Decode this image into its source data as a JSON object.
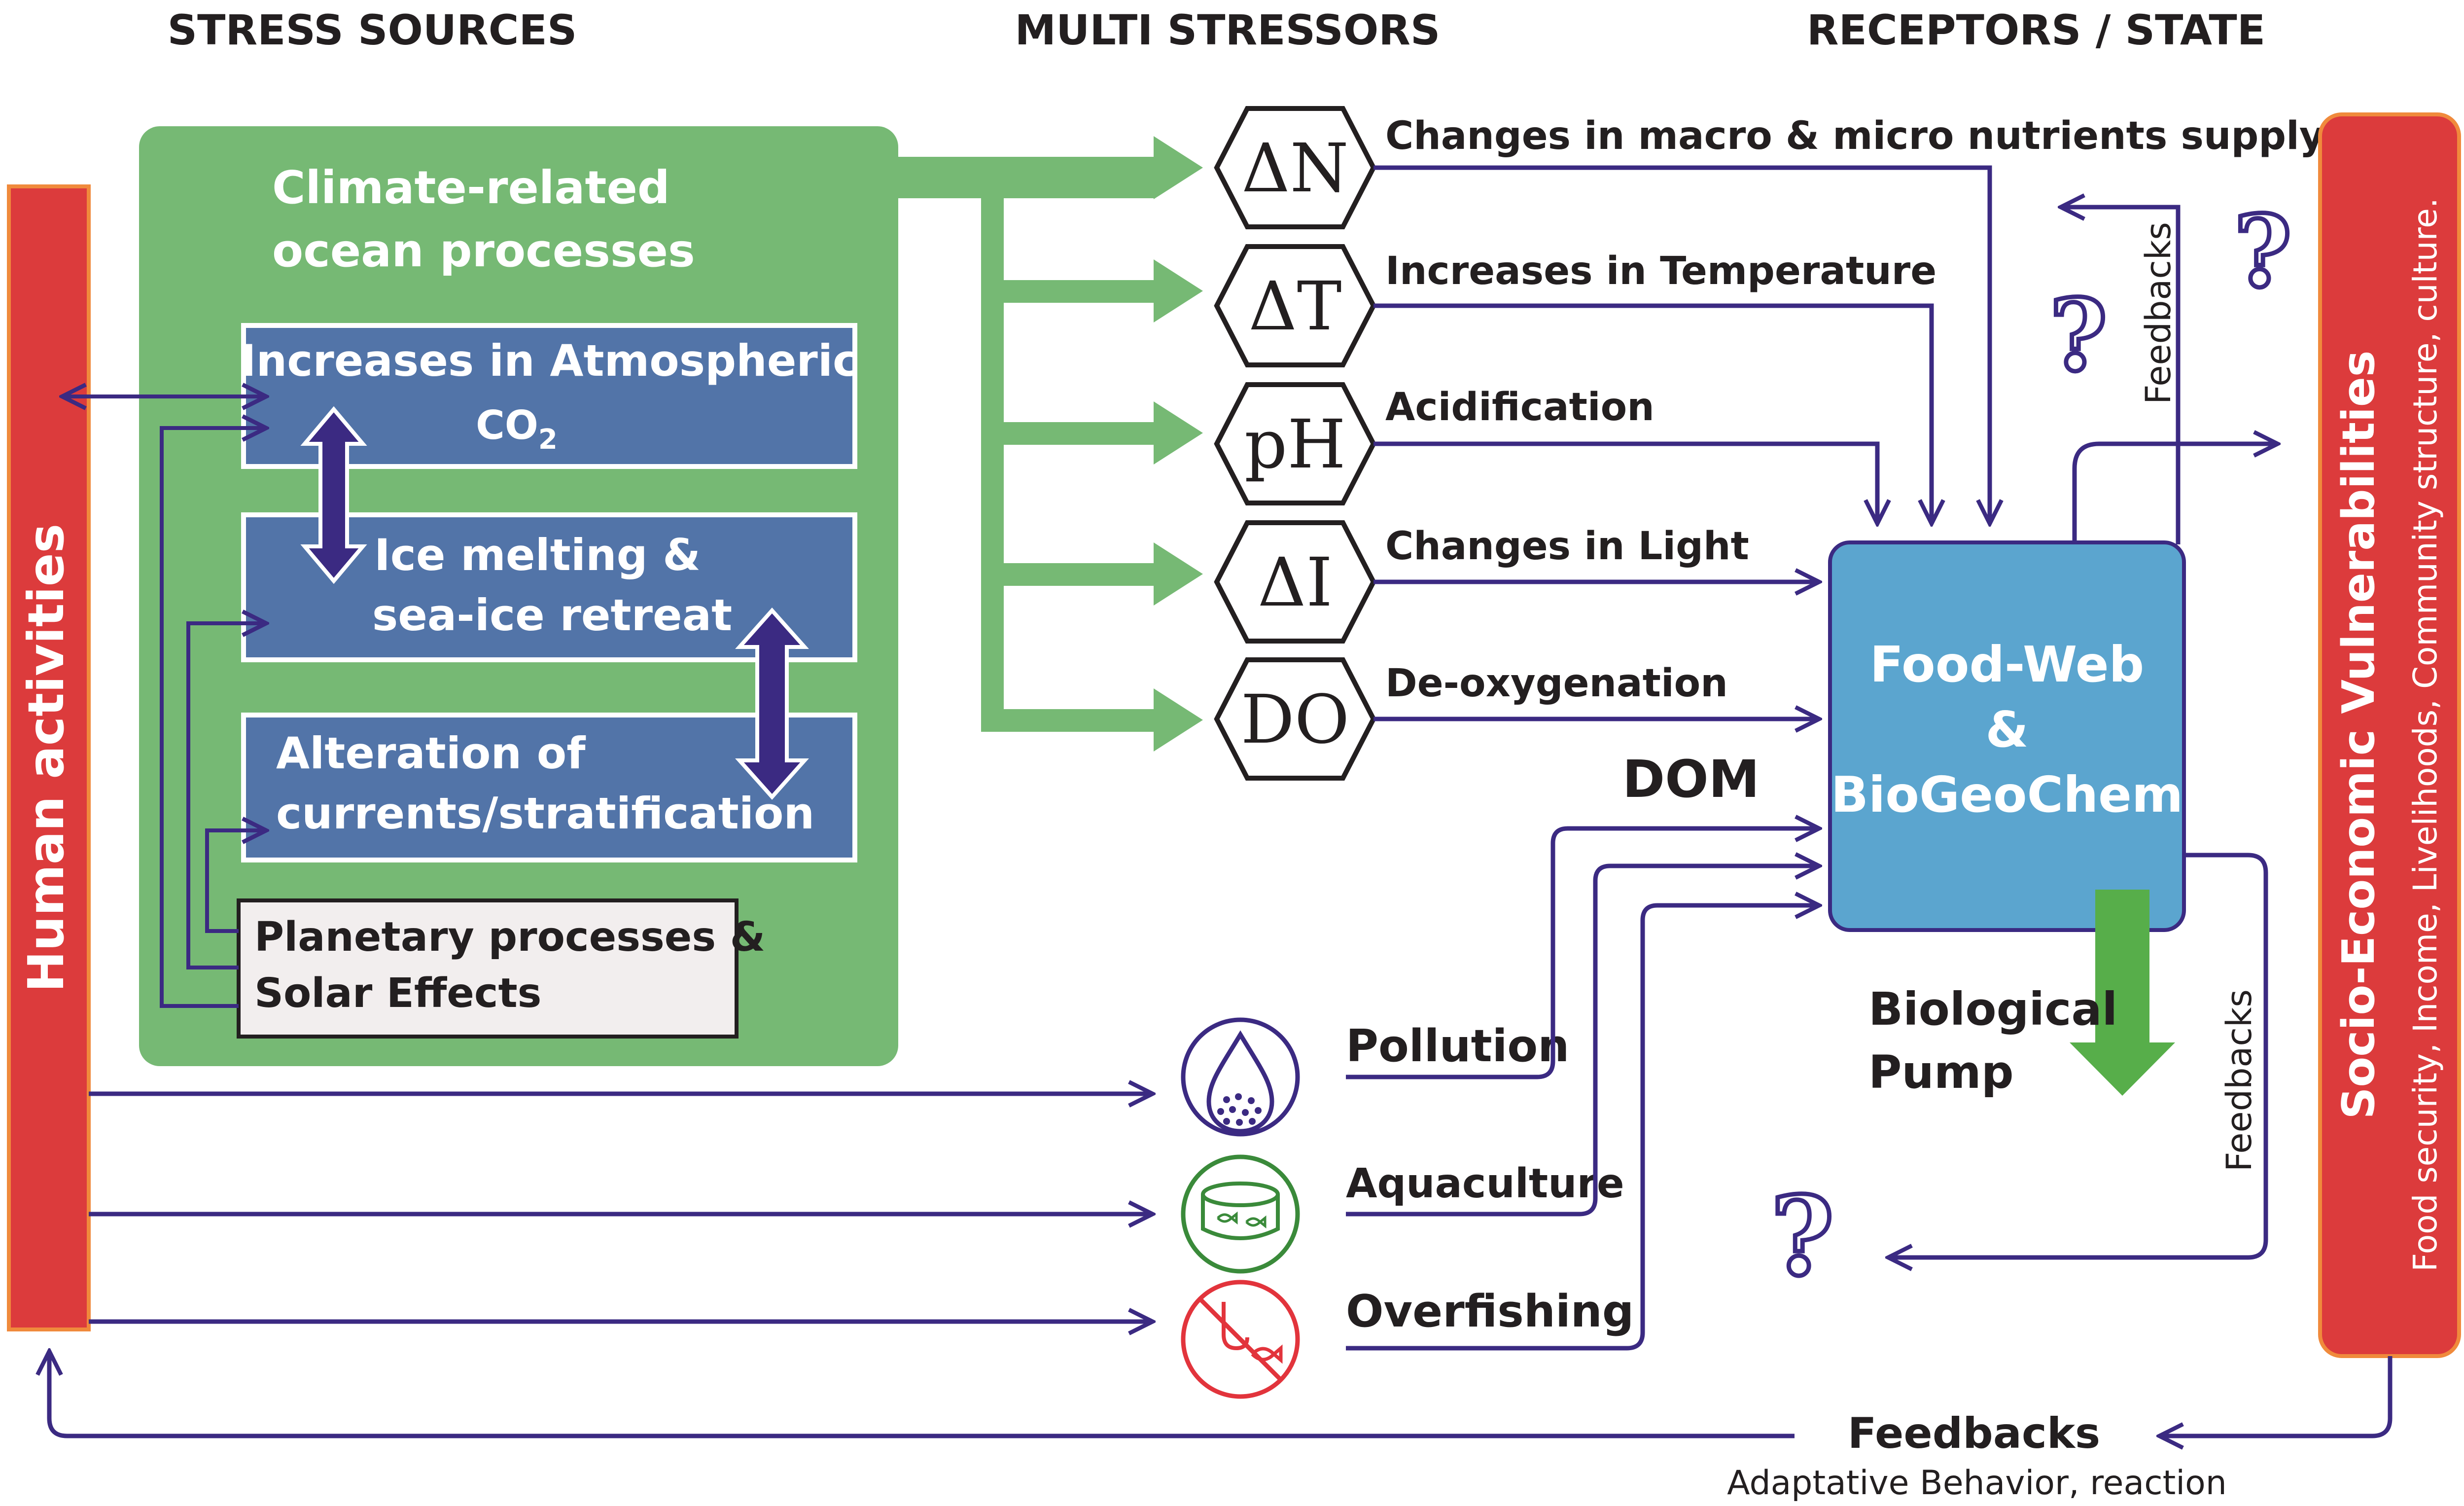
{
  "headers": {
    "stress_sources": "STRESS SOURCES",
    "multi_stressors": "MULTI STRESSORS",
    "receptors": "RECEPTORS / STATE"
  },
  "human_activities": "Human activities",
  "climate_box": {
    "title_line1": "Climate-related",
    "title_line2": "ocean processes",
    "co2_line1": "Increases in Atmospheric",
    "co2_line2": "CO",
    "co2_sub": "2",
    "ice_line1": "Ice melting &",
    "ice_line2": "sea-ice retreat",
    "currents_line1": "Alteration of",
    "currents_line2": "currents/stratification"
  },
  "planetary": {
    "line1": "Planetary processes &",
    "line2": "Solar Effects"
  },
  "stressors": [
    {
      "symbol": "ΔN",
      "label": "Changes in macro & micro nutrients supply"
    },
    {
      "symbol": "ΔT",
      "label": "Increases in Temperature"
    },
    {
      "symbol": "pH",
      "label": "Acidification"
    },
    {
      "symbol": "ΔI",
      "label": "Changes in Light"
    },
    {
      "symbol": "DO",
      "label": "De-oxygenation"
    }
  ],
  "dom": "DOM",
  "foodweb": {
    "line1": "Food-Web",
    "line2": "&",
    "line3": "BioGeoChem"
  },
  "biological_pump": {
    "line1": "Biological",
    "line2": "Pump"
  },
  "human_stressors": [
    {
      "label": "Pollution",
      "icon": "water-drop-icon",
      "color": "#3b2a82"
    },
    {
      "label": "Aquaculture",
      "icon": "fish-tank-icon",
      "color": "#3a8a3a"
    },
    {
      "label": "Overfishing",
      "icon": "no-fishing-icon",
      "color": "#e2343c"
    }
  ],
  "feedbacks_top": "Feedbacks",
  "feedbacks_right": "Feedbacks",
  "feedbacks_bottom": "Feedbacks",
  "adaptative": "Adaptative Behavior, reaction",
  "question_mark": "?",
  "socio": {
    "title": "Socio-Economic Vulnerabilities",
    "subtitle": "Food security, Income, Livelihoods, Community structure, culture."
  },
  "colors": {
    "green_box": "#76b974",
    "blue_box": "#5274a8",
    "foodweb_box": "#5ba5cf",
    "red_bar": "#dc3b3c",
    "arrow_purple": "#3b2a82",
    "arrow_green": "#76b974",
    "pump_green": "#57ae4a"
  }
}
